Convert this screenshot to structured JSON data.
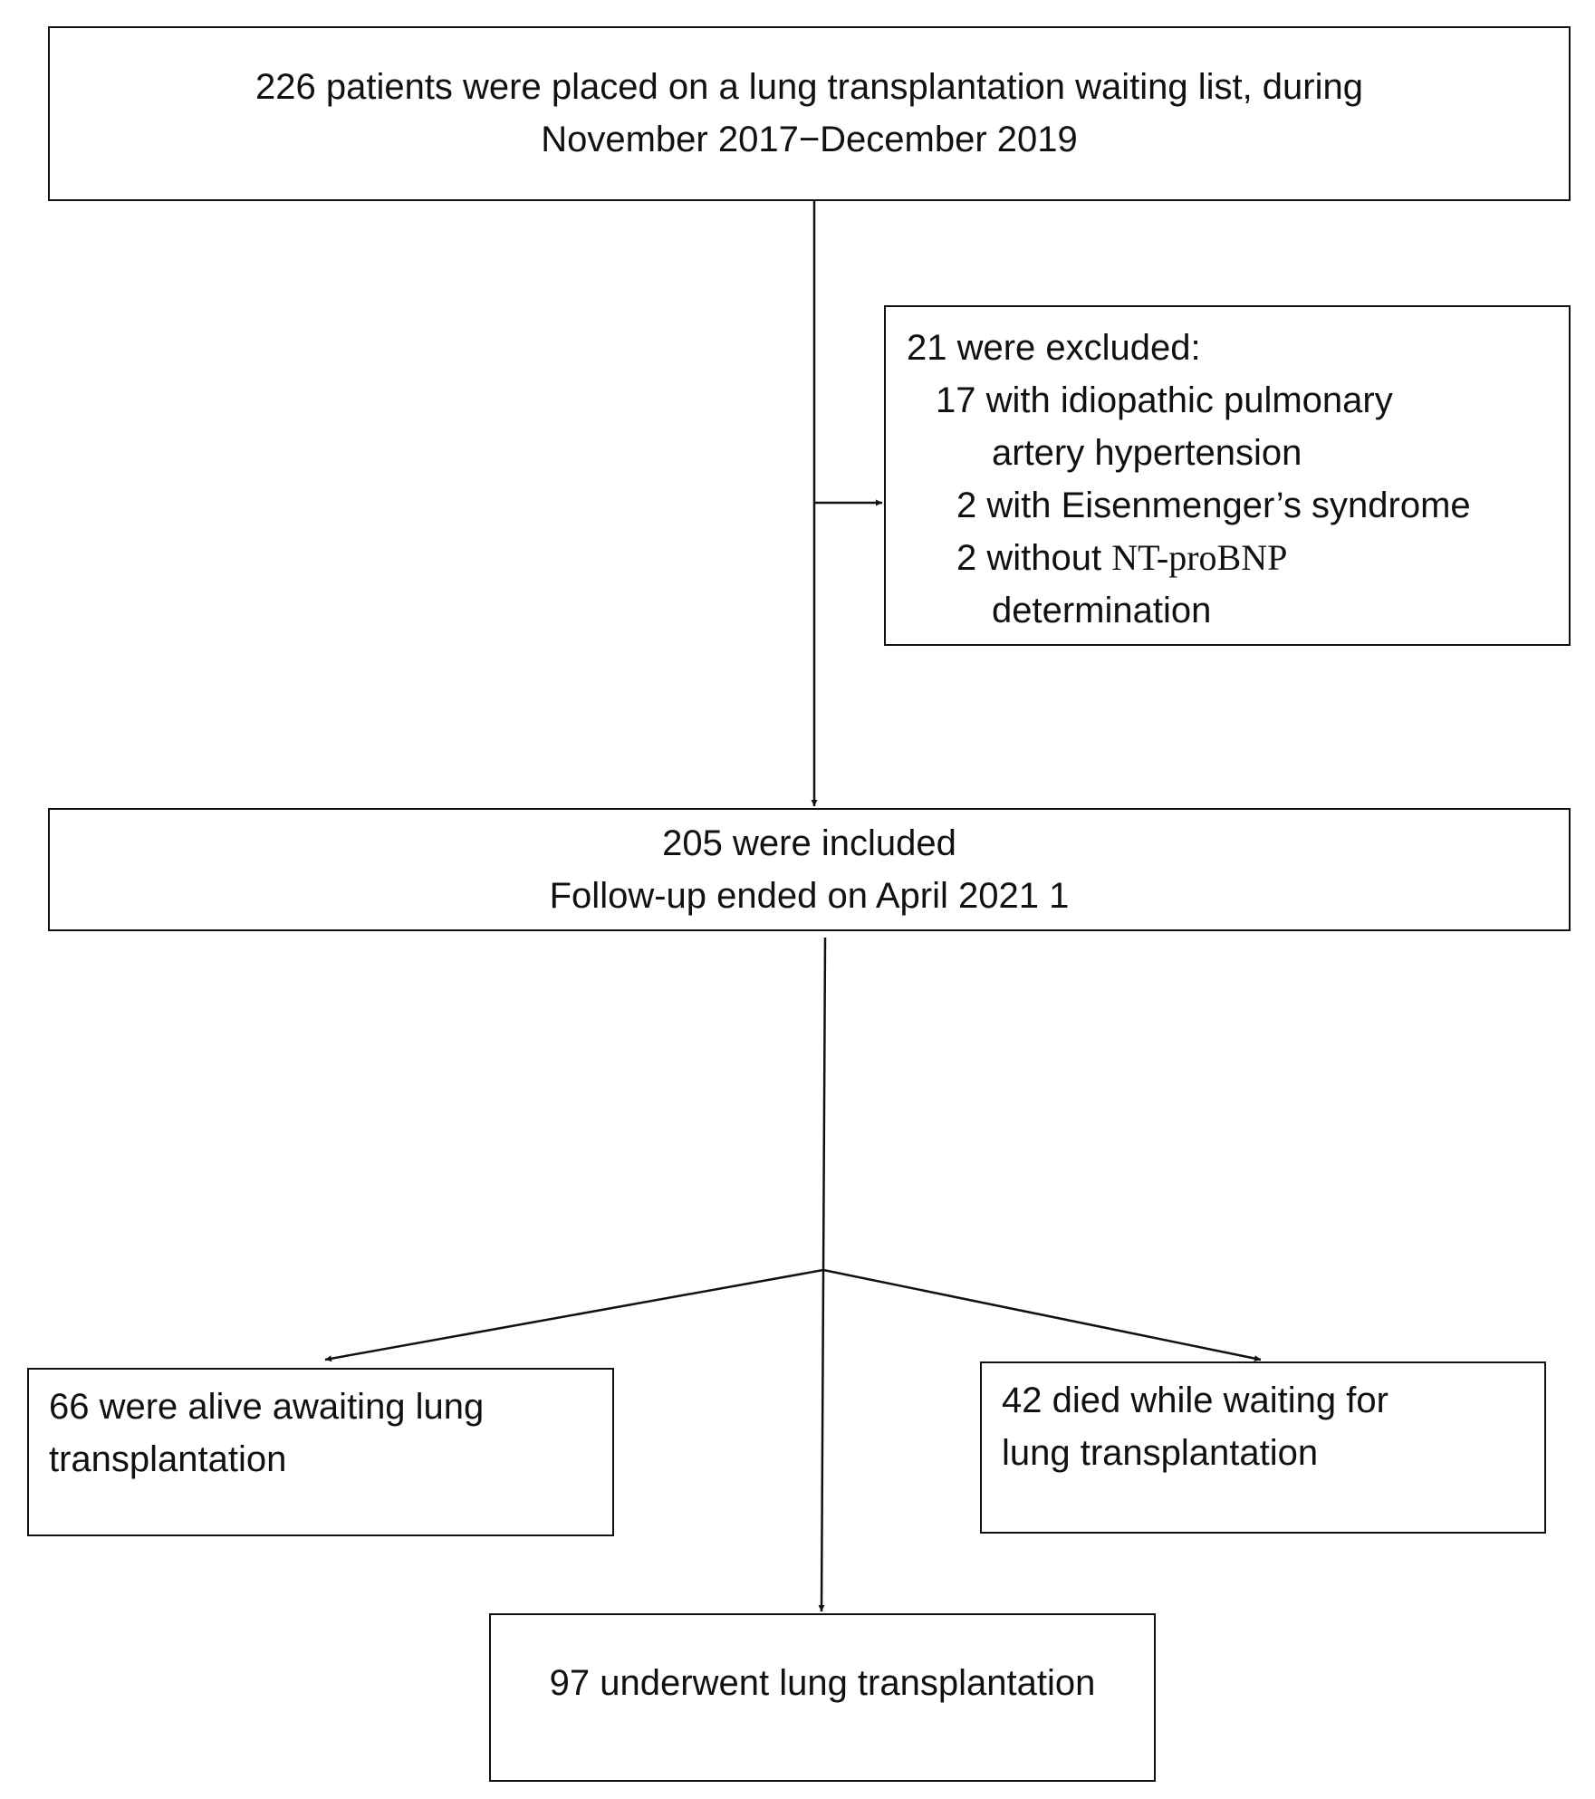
{
  "screened": {
    "line1": "226 patients were placed on a lung transplantation waiting list, during",
    "line2": "November 2017−December 2019"
  },
  "excluded": {
    "title": "21 were excluded:",
    "item1_line1": "17 with idiopathic pulmonary",
    "item1_line2": "artery hypertension",
    "item2": "2 with Eisenmenger’s syndrome",
    "item3_prefix": "2 without ",
    "item3_marker": "NT-proBNP",
    "item3_line2": "determination"
  },
  "included": {
    "line1": "205 were included",
    "line2": "Follow-up ended on April 2021 1"
  },
  "outcomes": {
    "alive_line1": "66 were alive awaiting lung",
    "alive_line2": "transplantation",
    "died_line1": "42 died while waiting for",
    "died_line2": "lung transplantation",
    "transplanted": "97 underwent lung transplantation"
  },
  "colors": {
    "line": "#111111",
    "background": "#ffffff"
  }
}
